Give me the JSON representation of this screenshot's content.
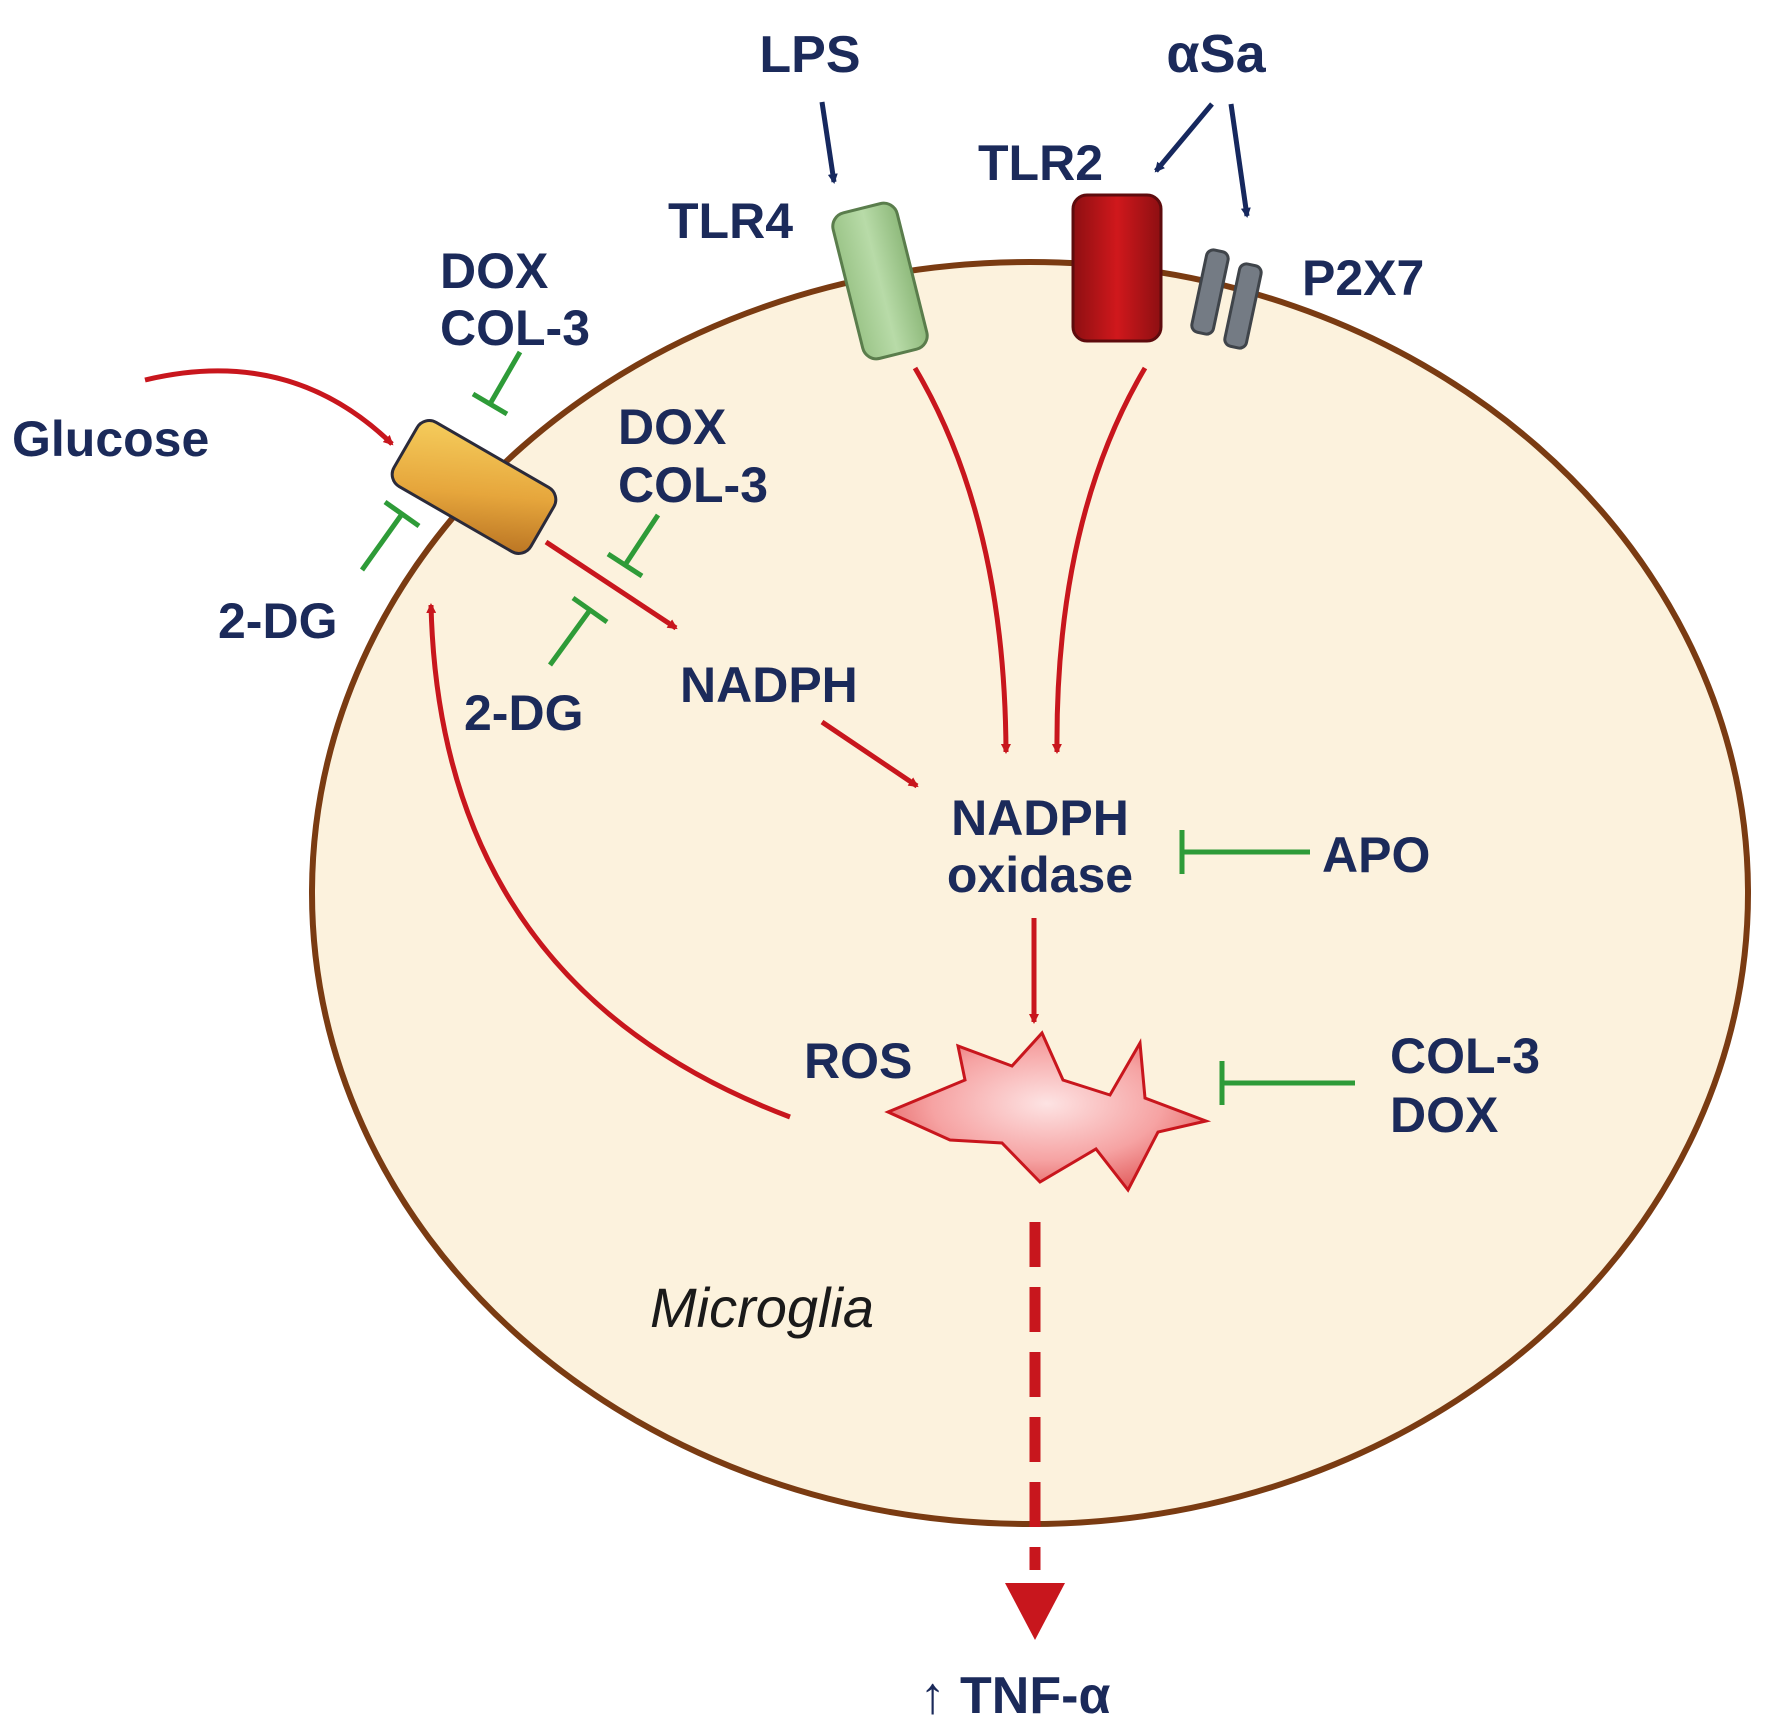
{
  "labels": {
    "lps": "LPS",
    "asyn": "αSa",
    "tlr4": "TLR4",
    "tlr2": "TLR2",
    "p2x7": "P2X7",
    "glucose": "Glucose",
    "dox_top_1": "DOX",
    "col3_top_1": "COL-3",
    "dox_top_2": "DOX",
    "col3_top_2": "COL-3",
    "dg_left": "2-DG",
    "dg_bottom": "2-DG",
    "nadph": "NADPH",
    "nox_line1": "NADPH",
    "nox_line2": "oxidase",
    "apo": "APO",
    "ros": "ROS",
    "col3_ros": "COL-3",
    "dox_ros": "DOX",
    "cell": "Microglia",
    "tnf": "↑ TNF-α"
  },
  "colors": {
    "cell_fill": "#fcf2dd",
    "cell_border": "#7a3b12",
    "activation_arrow": "#c8161d",
    "inhibition_line": "#2e9b38",
    "ligand_arrow": "#16285e",
    "text": "#1b2a5a",
    "tlr4": "#a9cf98",
    "tlr2": "#c0181c",
    "p2x7": "#707780",
    "transporter": "#e0a63a",
    "ros_fill": "#f08a8a"
  }
}
